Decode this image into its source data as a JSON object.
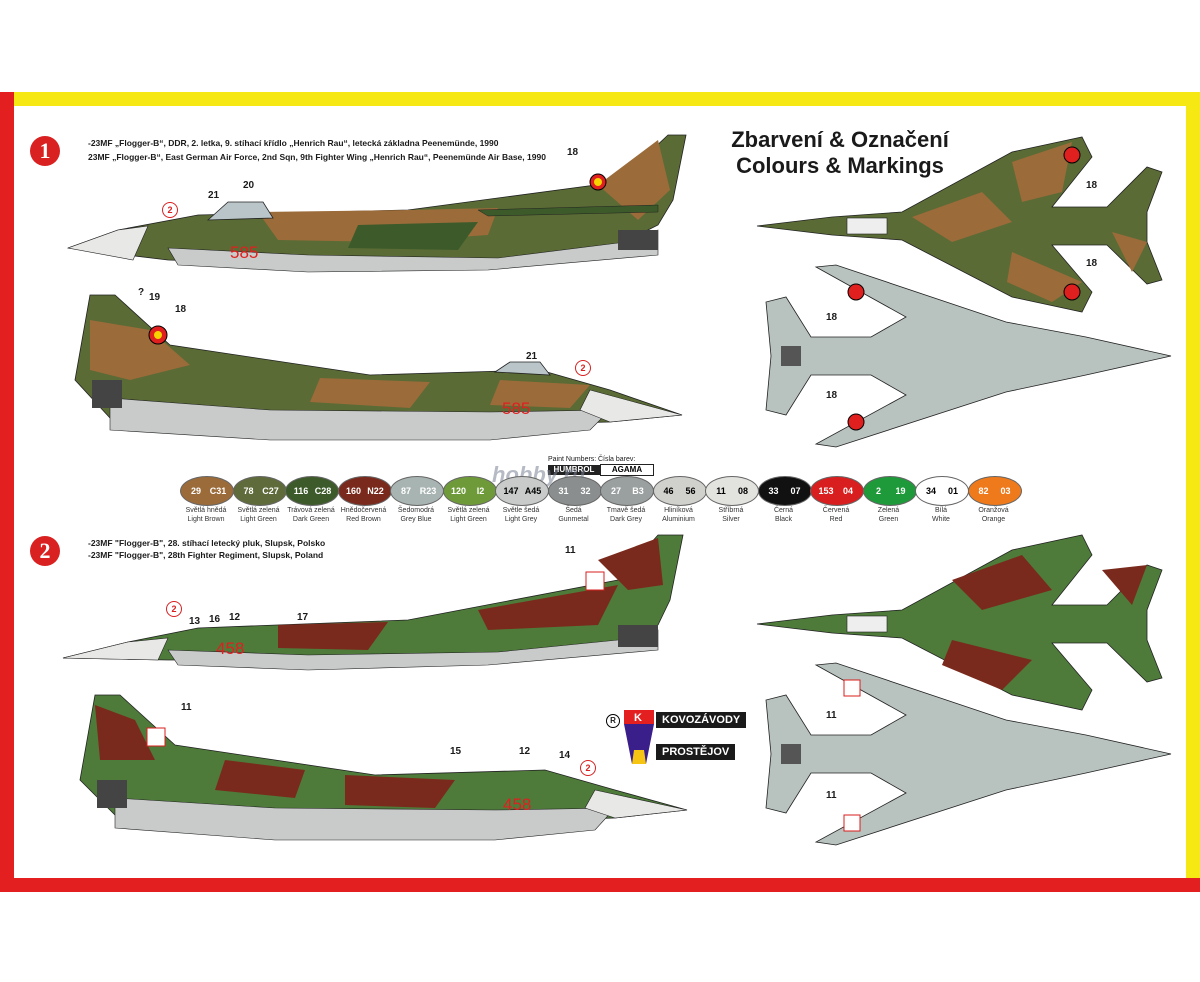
{
  "schemes": [
    {
      "id": "1",
      "caption_cz": "-23MF „Flogger-B“, DDR, 2. letka, 9. stíhací křídlo „Henrich Rau“, letecká základna Peenemünde, 1990",
      "caption_en": "23MF „Flogger-B“, East German Air Force, 2nd Sqn, 9th Fighter Wing „Henrich Rau“, Peenemünde Air Base, 1990",
      "serial": "585"
    },
    {
      "id": "2",
      "caption_cz": "-23MF \"Flogger-B\", 28. stíhací letecký pluk, Slupsk, Polsko",
      "caption_en": "-23MF \"Flogger-B\", 28th Fighter Regiment, Slupsk, Poland",
      "serial": "458"
    }
  ],
  "title": {
    "line1": "Zbarvení & Označení",
    "line2": "Colours & Markings"
  },
  "callouts": {
    "s1_side_top": [
      "21",
      "20",
      "2",
      "18"
    ],
    "s1_side_bottom": [
      "?",
      "19",
      "18",
      "21",
      "2"
    ],
    "s1_plan_top": [
      "18",
      "18"
    ],
    "s1_plan_bottom": [
      "18",
      "18"
    ],
    "s2_side_top": [
      "2",
      "13",
      "16",
      "12",
      "17",
      "11"
    ],
    "s2_side_bottom": [
      "11",
      "15",
      "12",
      "14",
      "2"
    ],
    "s2_plan_bottom": [
      "11",
      "11"
    ]
  },
  "paint_header": {
    "label_en": "Paint Numbers:",
    "label_cz": "Čísla barev:",
    "humbrol": "HUMBROL",
    "agama": "AGAMA"
  },
  "palette": [
    {
      "h": "29",
      "a": "C31",
      "cz": "Světlá hnědá",
      "en": "Light Brown",
      "color": "#9b6b3a"
    },
    {
      "h": "78",
      "a": "C27",
      "cz": "Světlá zelená",
      "en": "Light Green",
      "color": "#5f6b3b"
    },
    {
      "h": "116",
      "a": "C28",
      "cz": "Trávová zelená",
      "en": "Dark Green",
      "color": "#3d5b2a"
    },
    {
      "h": "160",
      "a": "N22",
      "cz": "Hnědočervená",
      "en": "Red Brown",
      "color": "#7a2a1c"
    },
    {
      "h": "87",
      "a": "R23",
      "cz": "Šedomodrá",
      "en": "Grey Blue",
      "color": "#a8b4b2"
    },
    {
      "h": "120",
      "a": "I2",
      "cz": "Světlá zelená",
      "en": "Light Green",
      "color": "#6f9a3a"
    },
    {
      "h": "147",
      "a": "A45",
      "cz": "Světle šedá",
      "en": "Light Grey",
      "color": "#c9cbcb"
    },
    {
      "h": "31",
      "a": "32",
      "cz": "Šedá",
      "en": "Gunmetal",
      "color": "#8a8e8e"
    },
    {
      "h": "27",
      "a": "B3",
      "cz": "Tmavě šedá",
      "en": "Dark Grey",
      "color": "#9a9fa0"
    },
    {
      "h": "46",
      "a": "56",
      "cz": "Hliníková",
      "en": "Aluminium",
      "color": "#d0d0cc"
    },
    {
      "h": "11",
      "a": "08",
      "cz": "Stříbrná",
      "en": "Silver",
      "color": "#e2e2de"
    },
    {
      "h": "33",
      "a": "07",
      "cz": "Černá",
      "en": "Black",
      "color": "#111111"
    },
    {
      "h": "153",
      "a": "04",
      "cz": "Červená",
      "en": "Red",
      "color": "#d81e1e"
    },
    {
      "h": "2",
      "a": "19",
      "cz": "Zelená",
      "en": "Green",
      "color": "#1e9a3a"
    },
    {
      "h": "34",
      "a": "01",
      "cz": "Bílá",
      "en": "White",
      "color": "#ffffff"
    },
    {
      "h": "82",
      "a": "03",
      "cz": "Oranžová",
      "en": "Orange",
      "color": "#ee7a1c"
    }
  ],
  "watermark": "hobby.ru",
  "logo": {
    "r": "R",
    "k": "K",
    "line1": "KOVOZÁVODY",
    "line2": "PROSTĚJOV"
  }
}
